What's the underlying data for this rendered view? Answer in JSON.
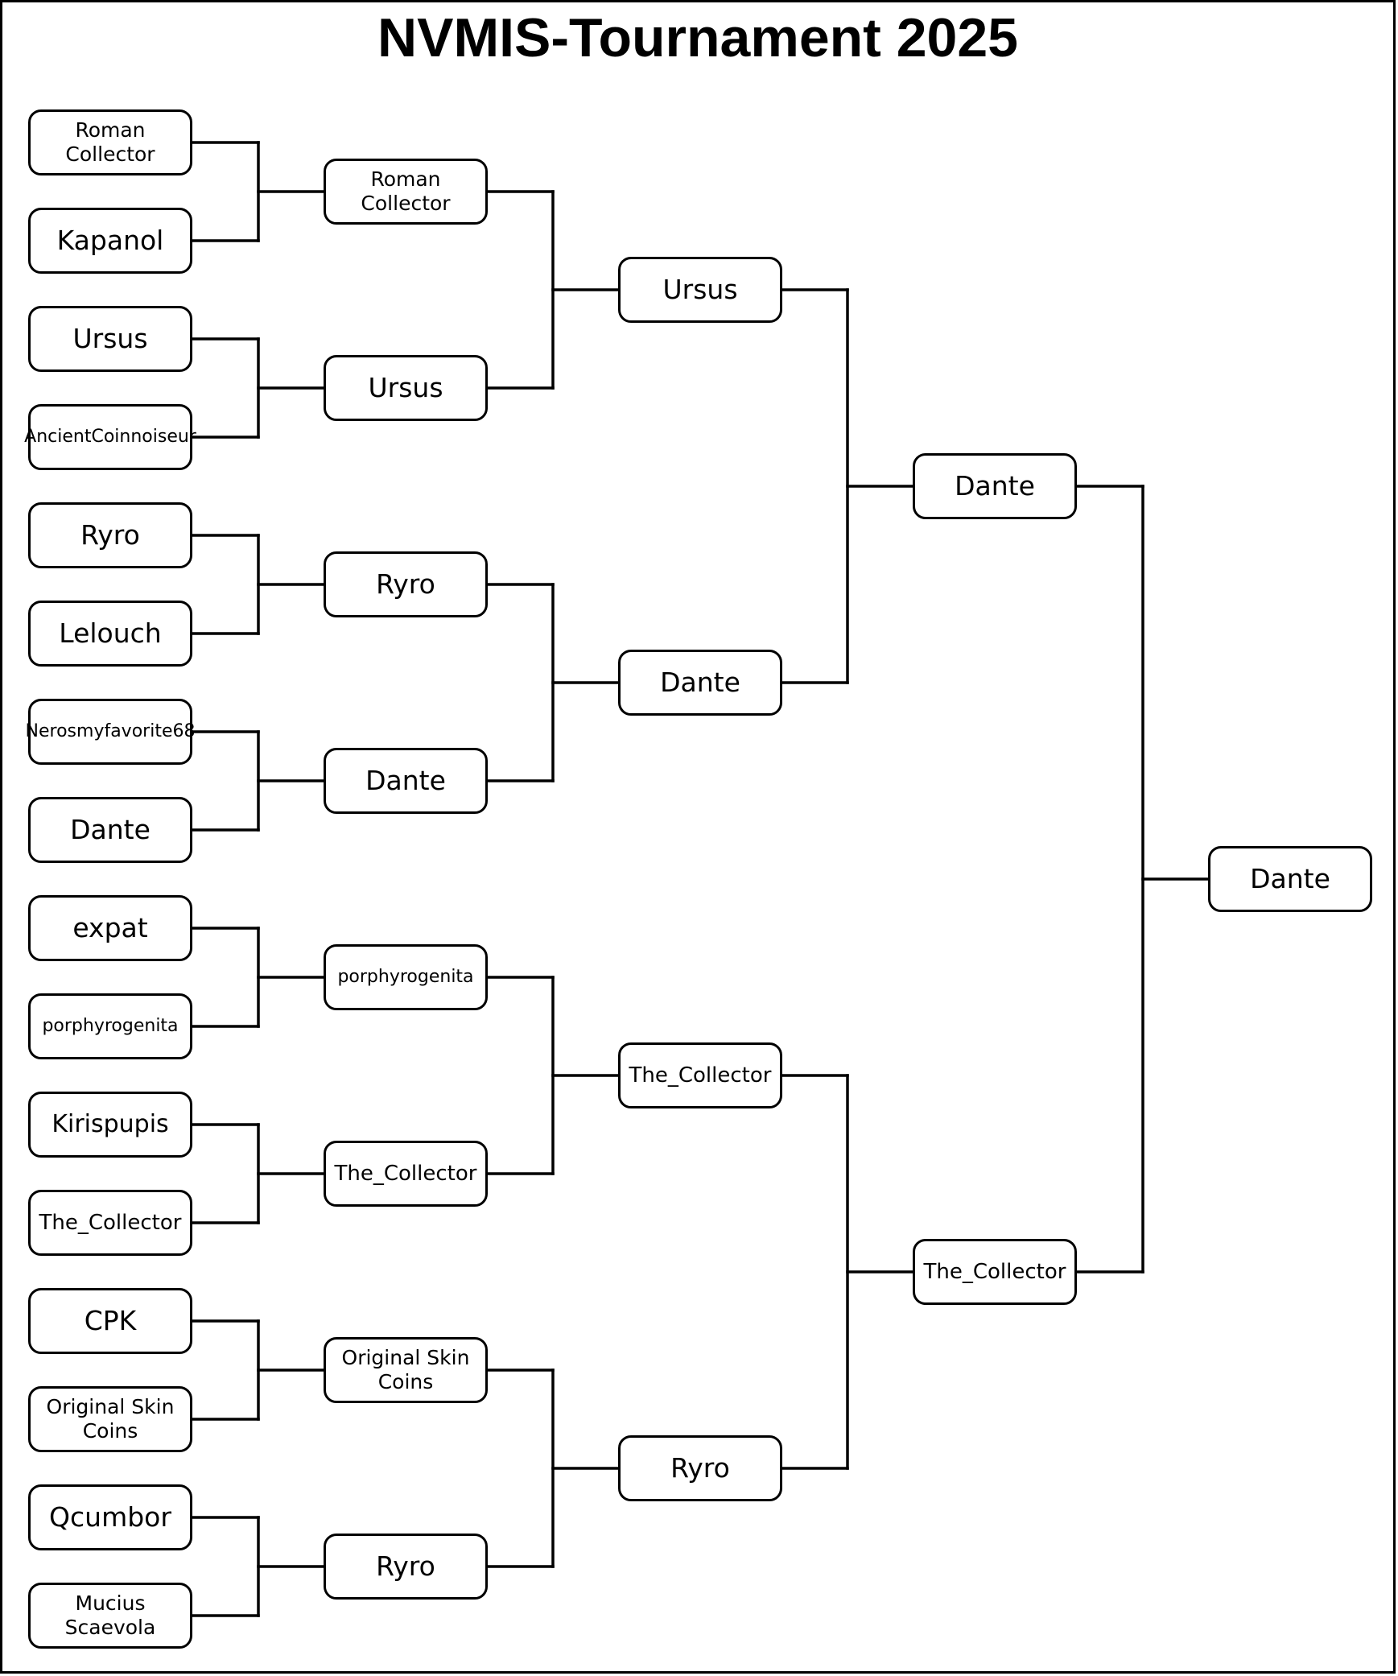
{
  "title": "NVMIS-Tournament 2025",
  "rounds": [
    {
      "name": "round-of-32",
      "entries": [
        "Roman Collector",
        "Kapanol",
        "Ursus",
        "AncientCoinnoiseur",
        "Ryro",
        "Lelouch",
        "Nerosmyfavorite68",
        "Dante",
        "expat",
        "porphyrogenita",
        "Kirispupis",
        "The_Collector",
        "CPK",
        "Original Skin Coins",
        "Qcumbor",
        "Mucius Scaevola"
      ]
    },
    {
      "name": "round-of-16",
      "entries": [
        "Roman Collector",
        "Ursus",
        "Ryro",
        "Dante",
        "porphyrogenita",
        "The_Collector",
        "Original Skin Coins",
        "Ryro"
      ]
    },
    {
      "name": "quarterfinals",
      "entries": [
        "Ursus",
        "Dante",
        "The_Collector",
        "Ryro"
      ]
    },
    {
      "name": "semifinals",
      "entries": [
        "Dante",
        "The_Collector"
      ]
    },
    {
      "name": "champion",
      "entries": [
        "Dante"
      ]
    }
  ]
}
